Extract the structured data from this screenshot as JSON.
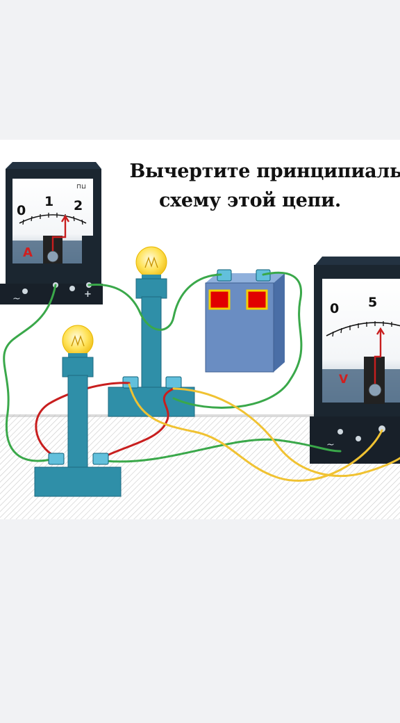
{
  "task": {
    "line1": "Вычертите принципиальну",
    "line2": "схему этой цепи."
  },
  "ammeter": {
    "scale": [
      "0",
      "1",
      "2"
    ],
    "letter": "A",
    "symbol": "⊓⊔",
    "terminal_minus": "~",
    "terminal_plus": "+"
  },
  "voltmeter": {
    "scale": [
      "0",
      "5"
    ],
    "letter": "V",
    "terminal_minus": "~"
  },
  "colors": {
    "device_body": "#1b2630",
    "lamp_stand": "#2f8fa8",
    "battery": "#6a8dc2",
    "battery_plate": "#e10000",
    "bulb": "#ffe35a",
    "wire_green": "#3aa84a",
    "wire_red": "#c81e1e",
    "wire_yellow": "#f0c232",
    "needle": "#c81e1e"
  }
}
